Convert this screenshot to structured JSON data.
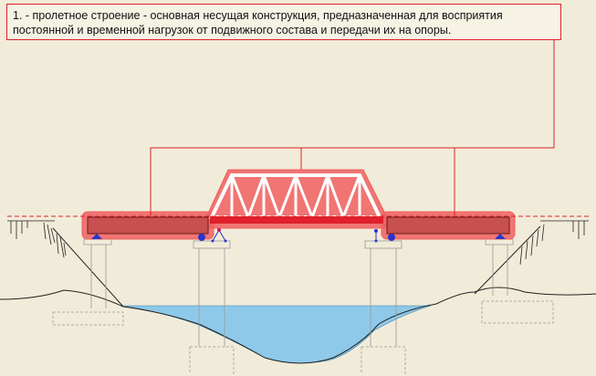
{
  "caption": {
    "line1": "1. - пролетное строение - основная несущая конструкция, предназначенная для восприятия",
    "line2": "постоянной и временной нагрузок от подвижного состава и передачи их на опоры."
  },
  "colors": {
    "background": "#f1ecd9",
    "highlight": "#f06060",
    "highlight_border": "#e0202a",
    "girder_fill": "#c85050",
    "water": "#8ec9ea",
    "ground_line": "#222222",
    "bearing_blue": "#2a35c8"
  },
  "elements": [
    "pролетное строение (span structure, highlighted)",
    "truss span",
    "left approach girder",
    "right approach girder",
    "abutments",
    "piers",
    "bearings",
    "river water"
  ]
}
